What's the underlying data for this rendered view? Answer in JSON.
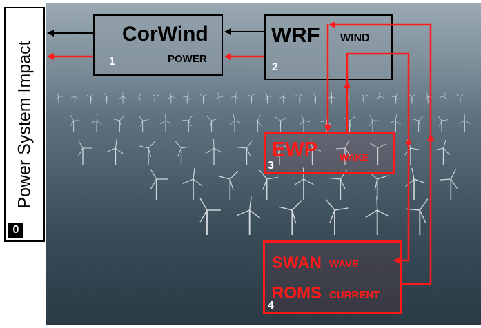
{
  "system_impact": {
    "label": "Power System Impact",
    "number": "0"
  },
  "corwind": {
    "title": "CorWind",
    "subtitle": "POWER",
    "number": "1"
  },
  "wrf": {
    "title": "WRF",
    "subtitle": "WIND",
    "number": "2"
  },
  "ewp": {
    "title": "EWP",
    "subtitle": "WAKE",
    "number": "3"
  },
  "ocean": {
    "swan_title": "SWAN",
    "swan_subtitle": "WAVE",
    "roms_title": "ROMS",
    "roms_subtitle": "CURRENT",
    "number": "4"
  },
  "colors": {
    "arrow_black": "#000000",
    "arrow_red": "#ff1a1a",
    "model_text_red": "#ff1a1a",
    "sea_dark": "#2b3d48",
    "sky": "#8fa0ab"
  },
  "background_image": "aerial-view-offshore-wind-farm-turbines"
}
